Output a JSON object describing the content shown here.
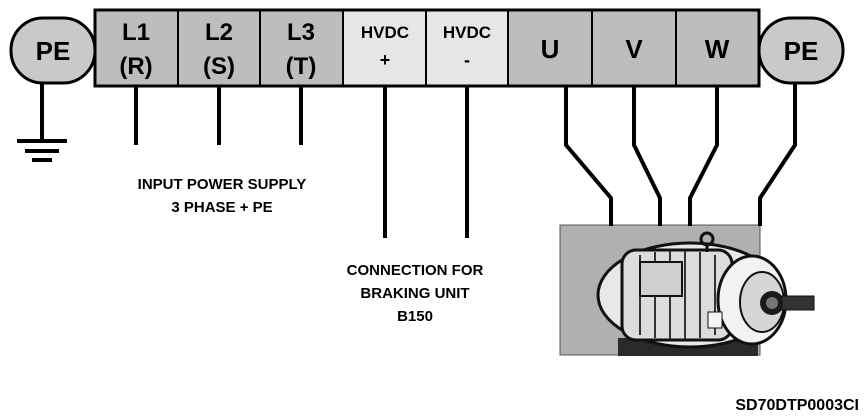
{
  "terminals": {
    "pe_left": "PE",
    "l1": {
      "line1": "L1",
      "line2": "(R)"
    },
    "l2": {
      "line1": "L2",
      "line2": "(S)"
    },
    "l3": {
      "line1": "L3",
      "line2": "(T)"
    },
    "hvdc_plus": {
      "line1": "HVDC",
      "line2": "+"
    },
    "hvdc_minus": {
      "line1": "HVDC",
      "line2": "-"
    },
    "u": "U",
    "v": "V",
    "w": "W",
    "pe_right": "PE"
  },
  "captions": {
    "input_supply": {
      "line1": "INPUT POWER SUPPLY",
      "line2": "3 PHASE + PE"
    },
    "braking": {
      "line1": "CONNECTION FOR",
      "line2": "BRAKING UNIT",
      "line3": "B150"
    }
  },
  "drawing_code": "SD70DTP0003CI",
  "colors": {
    "terminal_dark": "#bdbdbd",
    "terminal_light": "#e6e6e6",
    "pe_fill": "#c9c9c9",
    "motor_panel": "#b0b0b0",
    "outline": "#000000"
  },
  "icons": {
    "ground": "ground-icon",
    "motor": "motor-icon"
  }
}
